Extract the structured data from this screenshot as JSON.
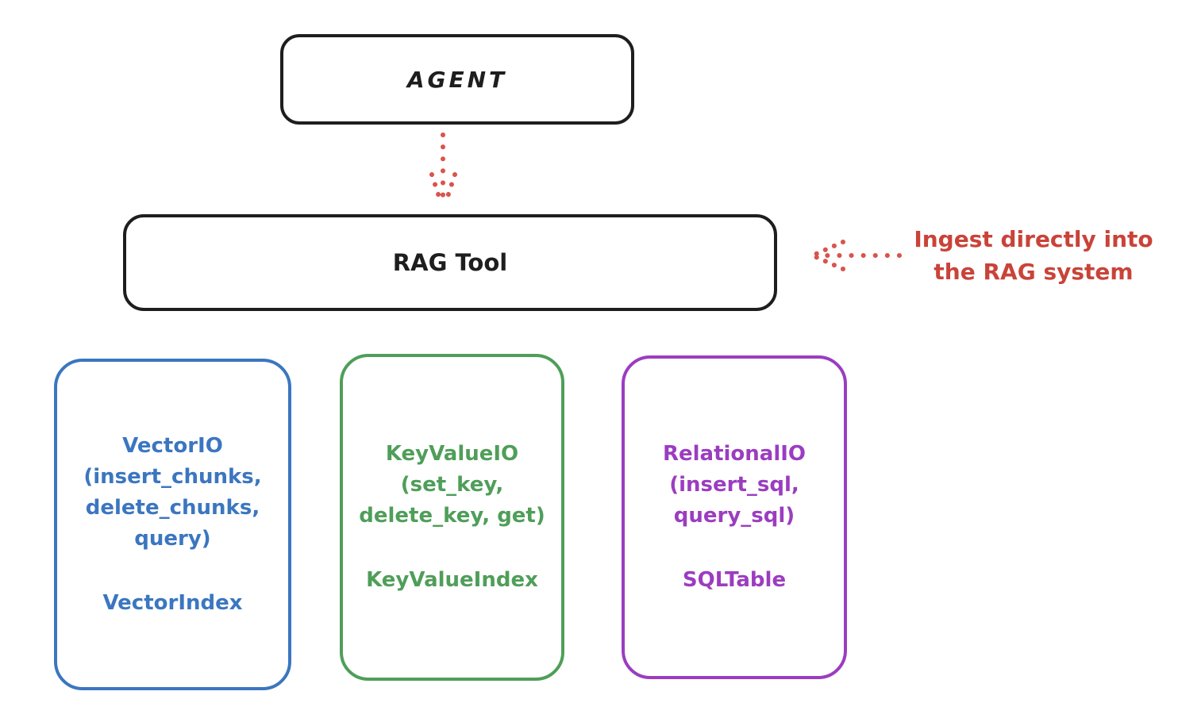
{
  "diagram": {
    "title_node": {
      "label": "AGENT"
    },
    "rag_tool_node": {
      "label": "RAG Tool"
    },
    "annotation": {
      "text": "Ingest directly into\nthe RAG system",
      "color": "#c94339"
    },
    "backends": [
      {
        "methods": "VectorIO\n(insert_chunks,\ndelete_chunks,\nquery)",
        "index": "VectorIndex",
        "color": "#3b76c0"
      },
      {
        "methods": "KeyValueIO\n(set_key,\ndelete_key, get)",
        "index": "KeyValueIndex",
        "color": "#4f9e59"
      },
      {
        "methods": "RelationalIO\n(insert_sql,\nquery_sql)",
        "index": "SQLTable",
        "color": "#9b3dc0"
      }
    ],
    "icons": {
      "down_arrow": "dotted-arrow-down",
      "ingest_arrow": "dotted-arrow-left"
    },
    "colors": {
      "stroke_black": "#1e1e1e",
      "arrow_red": "#d9544c"
    }
  }
}
